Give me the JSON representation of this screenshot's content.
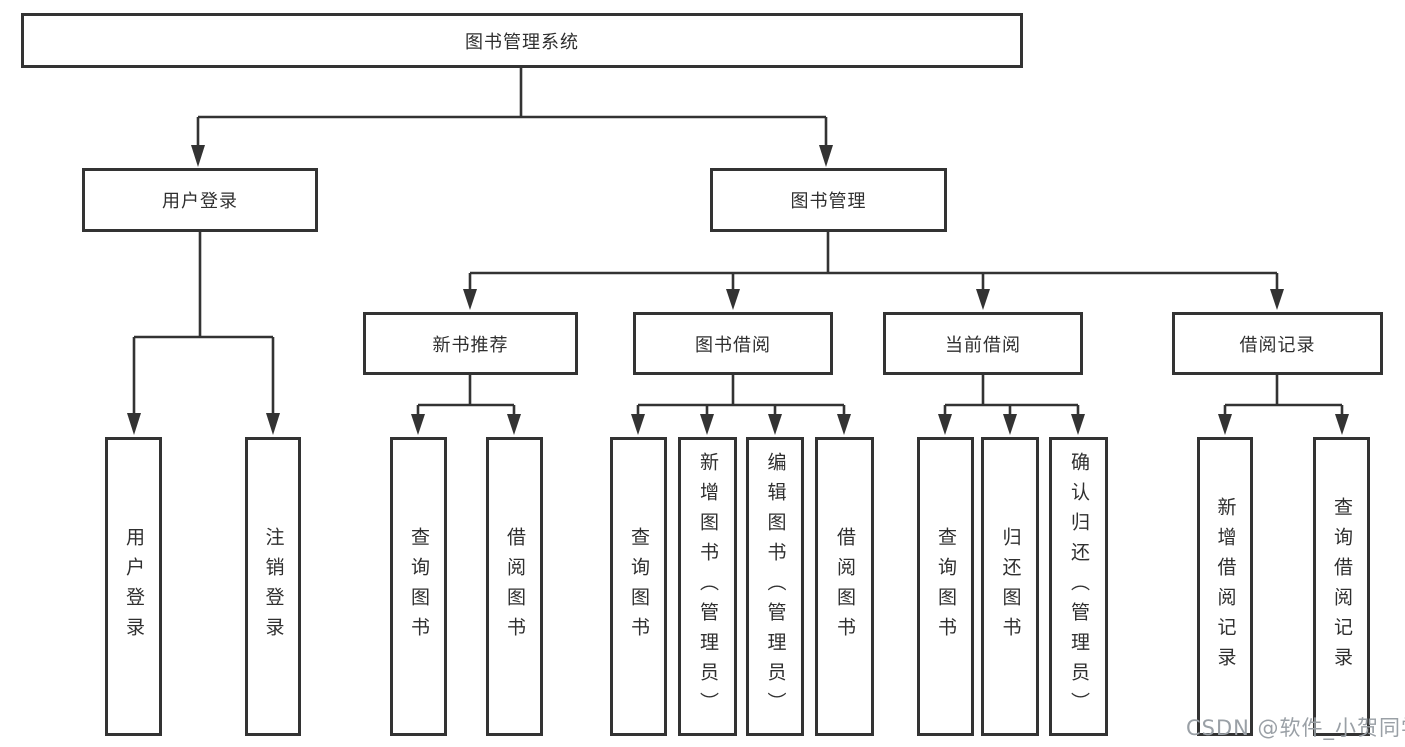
{
  "tree": {
    "root": {
      "label": "图书管理系统"
    },
    "branches": [
      {
        "label": "用户登录",
        "children": [
          {
            "label": "用户登录"
          },
          {
            "label": "注销登录"
          }
        ]
      },
      {
        "label": "图书管理",
        "children": [
          {
            "label": "新书推荐",
            "children": [
              {
                "label": "查询图书"
              },
              {
                "label": "借阅图书"
              }
            ]
          },
          {
            "label": "图书借阅",
            "children": [
              {
                "label": "查询图书"
              },
              {
                "label": "新增图书（管理员）"
              },
              {
                "label": "编辑图书（管理员）"
              },
              {
                "label": "借阅图书"
              }
            ]
          },
          {
            "label": "当前借阅",
            "children": [
              {
                "label": "查询图书"
              },
              {
                "label": "归还图书"
              },
              {
                "label": "确认归还（管理员）"
              }
            ]
          },
          {
            "label": "借阅记录",
            "children": [
              {
                "label": "新增借阅记录"
              },
              {
                "label": "查询借阅记录"
              }
            ]
          }
        ]
      }
    ]
  },
  "watermark": {
    "text": "CSDN @软件_小贺同学"
  },
  "colors": {
    "line": "#333333",
    "box_fill": "#ffffff",
    "text": "#2f2f2f",
    "watermark": "#9aa0a6"
  }
}
